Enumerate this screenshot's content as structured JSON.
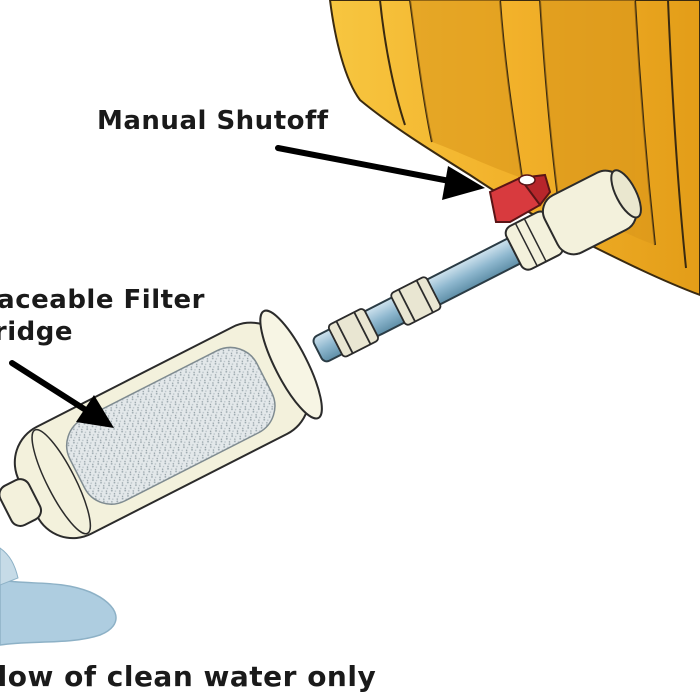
{
  "labels": {
    "manual_shutoff": "Manual Shutoff",
    "filter_line1": "Replaceable Filter",
    "filter_line2": "Cartridge",
    "flow_note": "Flow of clean water only"
  },
  "colors": {
    "tank": "#f2b12a",
    "tank_shade": "#d48f12",
    "valve_handle": "#d83a3e",
    "pipe_body": "#f3f1dc",
    "filter_media": "#d8dfe0",
    "water": "#a9c9dc",
    "text": "#1a1a1a"
  },
  "icons": {
    "arrow_to_shutoff": "arrow-right-icon",
    "arrow_to_filter": "arrow-down-right-icon"
  }
}
